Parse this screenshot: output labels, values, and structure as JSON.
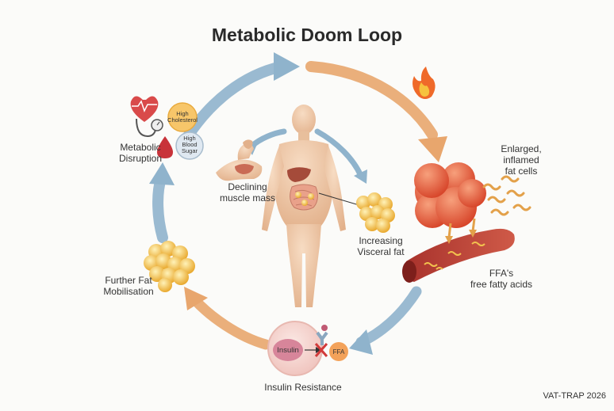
{
  "title": "Metabolic Doom Loop",
  "nodes": {
    "metabolic_disruption": "Metabolic\nDisruption",
    "declining_muscle": "Declining\nmuscle mass",
    "visceral_fat": "Increasing\nVisceral fat",
    "inflamed_fat": "Enlarged,\ninflamed\nfat cells",
    "ffa": "FFA's\nfree fatty acids",
    "insulin_resistance": "Insulin Resistance",
    "fat_mobilisation": "Further Fat\nMobilisation"
  },
  "badges": {
    "high_cholesterol": "High\nCholesterol",
    "high_blood_sugar": "High\nBlood\nSugar",
    "insulin": "Insulin",
    "ffa_small": "FFA"
  },
  "footer": "VAT-TRAP 2026",
  "colors": {
    "arrow_blue": "#8fb3cc",
    "arrow_orange": "#e8a66d",
    "fat": "#f2c14e",
    "inflamed": "#e8633c",
    "vessel": "#b8423a",
    "skin": "#f0c9a8"
  }
}
